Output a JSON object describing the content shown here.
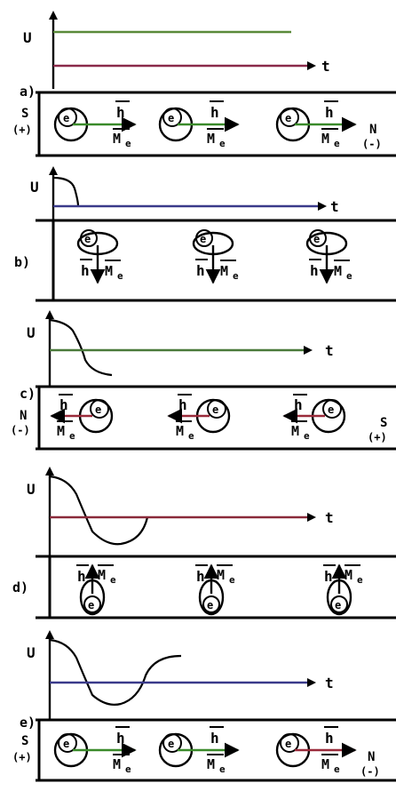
{
  "colors": {
    "ink": "#000000",
    "background": "#ffffff",
    "v_line_a": "#5a8a3a",
    "t_line_a": "#8a2a4a",
    "t_line_b": "#3a3a8a",
    "t_line_c": "#4a7a3a",
    "t_line_d": "#8a2a3a",
    "t_line_e": "#3a3a8a",
    "arrow_green": "#3a8a2a",
    "arrow_red": "#9a2a3a"
  },
  "labels": {
    "v_axis": "U",
    "t_axis": "t",
    "h_vector": "h",
    "m_vector": "M",
    "m_subscript": "e",
    "electron": "e",
    "pole_s": "S",
    "pole_n": "N",
    "sign_plus": "(+)",
    "sign_minus": "(-)"
  },
  "panels": [
    {
      "id": "a",
      "label": "a)",
      "orientation": "right",
      "left_pole": "S",
      "left_sign": "(+)",
      "right_pole": "N",
      "right_sign": "(-)"
    },
    {
      "id": "b",
      "label": "b)",
      "orientation": "down"
    },
    {
      "id": "c",
      "label": "c)",
      "orientation": "left",
      "left_pole": "N",
      "left_sign": "(-)",
      "right_pole": "S",
      "right_sign": "(+)"
    },
    {
      "id": "d",
      "label": "d)",
      "orientation": "up"
    },
    {
      "id": "e",
      "label": "e)",
      "orientation": "right",
      "left_pole": "S",
      "left_sign": "(+)",
      "right_pole": "N",
      "right_sign": "(-)"
    }
  ]
}
